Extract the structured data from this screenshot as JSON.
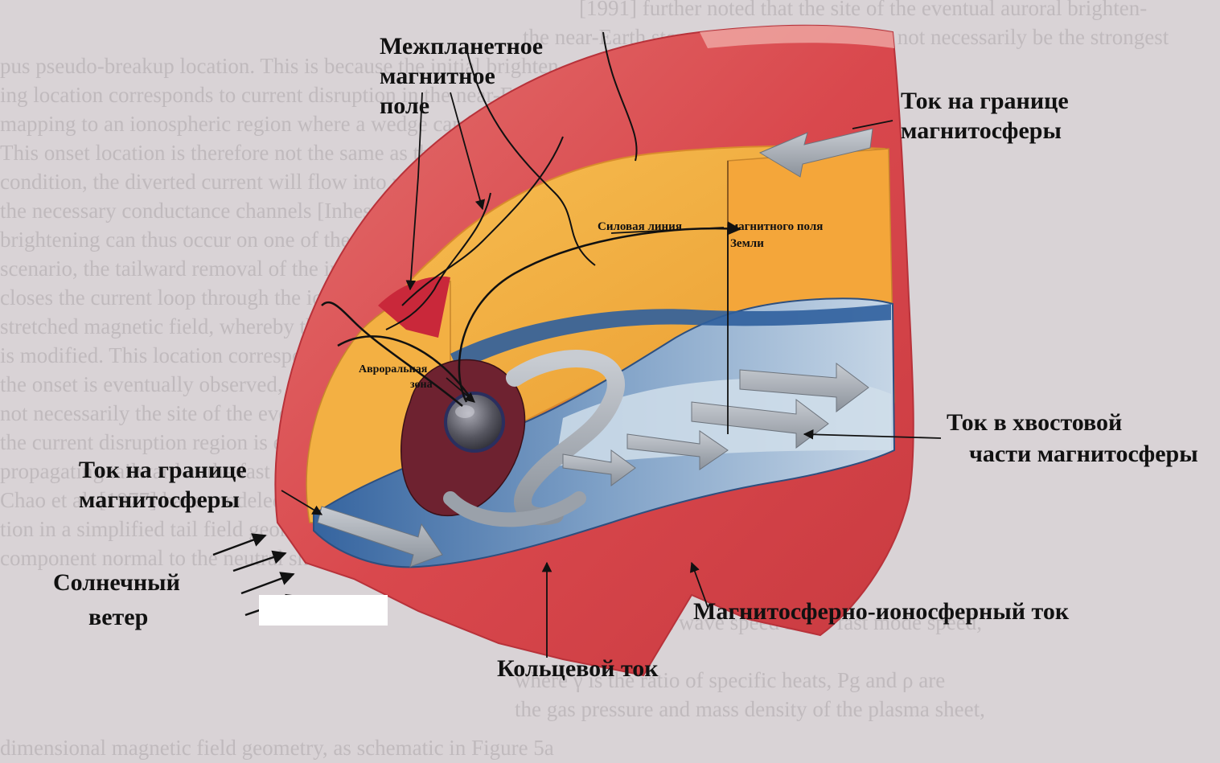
{
  "labels": {
    "imf_line1": "Межпланетное",
    "imf_line2": "магнитное",
    "imf_line3": "поле",
    "mp_current_top_line1": "Ток на границе",
    "mp_current_top_line2": "магнитосферы",
    "field_line_a": "Силовая  линия",
    "field_line_b": "магнитного поля",
    "field_line_c": "Земли",
    "auroral_line1": "Авроральная",
    "auroral_line2": "зона",
    "tail_current_line1": "Ток в хвостовой",
    "tail_current_line2": "части магнитосферы",
    "mp_current_left_line1": "Ток на границе",
    "mp_current_left_line2": "магнитосферы",
    "solar_wind_line1": "Солнечный",
    "solar_wind_line2": "ветер",
    "mi_current": "Магнитосферно-ионосферный ток",
    "ring_current": "Кольцевой ток"
  },
  "colors": {
    "magnetosheath": "#d9484d",
    "magnetosphere": "#f0a53a",
    "plasma_sheet": "#3f6fa8",
    "earth": "#4a4a55",
    "auroral_zone": "#c0283a",
    "arrow": "#9aa1aa"
  },
  "background_text": [
    "[1991] further noted that the site of the eventual auroral brighten-",
    "the near-Earth storm expansion phase may not necessarily be the strongest",
    "pus pseudo-breakup location. This is because the initial brighten-",
    "ing location corresponds to current disruption in the near-Earth",
    "mapping to an ionospheric region where a wedge can be established.",
    "This onset location is therefore not the same as the previous pseudo-breakup site.",
    "condition, the diverted current will flow into pre-existing auroral arcs because they provide",
    "the necessary conductance channels [Inhester et al., 1981]. Auroral",
    "brightening can thus occur on one of the pre-existing arcs. In this",
    "scenario, the tailward removal of the intense cross-tail current",
    "closes the current loop through the ionosphere, producing a weakly",
    "stretched magnetic field, whereby the stretched magnetic configuration",
    "is modified. This location corresponds to an ionospheric region where",
    "the onset is eventually observed, therefore the pseudo-breakup site is",
    "not necessarily the site of the eventual expansion onset. Plasma tailward of",
    "the current disruption region is evacuated by the rarefaction wave,",
    "propagating tailward at the fast mode speed [Chao et al., 1977].",
    "Chao et al. [1977] have modeled the rarefaction wave propaga-",
    "tion in a simplified tail field geometry with no magnetic field",
    "component normal to the neutral sheet. They noted that the charac-",
    "teristic rarefaction wave speed is the fast mode speed,",
    "where γ is the ratio of specific heats, Pg and ρ are",
    "the gas pressure and mass density of the plasma sheet,",
    "dimensional magnetic field geometry, as schematic in Figure 5a"
  ]
}
